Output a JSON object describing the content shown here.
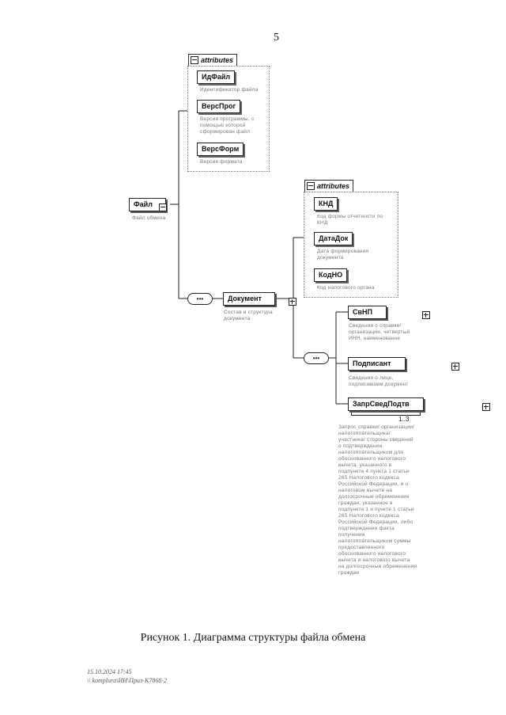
{
  "page_number": "5",
  "attributes_label": "attributes",
  "file_element": {
    "name": "Файл",
    "description": "Файл обмена",
    "attributes": [
      {
        "name": "ИдФайл",
        "description": "Идентификатор файла"
      },
      {
        "name": "ВерсПрог",
        "description": "Версия программы, с помощью которой сформирован файл"
      },
      {
        "name": "ВерсФорм",
        "description": "Версия формата"
      }
    ]
  },
  "document_element": {
    "name": "Документ",
    "description": "Состав и структура документа",
    "attributes": [
      {
        "name": "КНД",
        "description": "Код формы отчетности по КНД"
      },
      {
        "name": "ДатаДок",
        "description": "Дата формирования документа"
      },
      {
        "name": "КодНО",
        "description": "Код налогового органа"
      }
    ]
  },
  "children": [
    {
      "name": "СвНП",
      "description": "Сведения о справке/ организации, четвертый ИНН, наименование"
    },
    {
      "name": "Подписант",
      "description": "Сведения о лице, подписавшем документ"
    },
    {
      "name": "ЗапрСведПодтв",
      "multiplicity": "1..3",
      "description": "Запрос справки/ организации/ налогоплательщика/ участника/ стороны сведений о подтверждении налогоплательщиком для обоснованного налогового вычета, указанного в подпункте 4 пункта 1 статьи 265 Налогового кодекса Российской Федерации, и о налоговом вычете на долгосрочные обременения граждан, указанное в подпункте 1 и пункте 1 статьи 265 Налогового кодекса Российской Федерации, либо подтверждения факта получения налогоплательщиком суммы предоставленного обоснованного налогового вычета и налогового вычета на долгосрочные обременения граждан"
    }
  ],
  "caption": "Рисунок 1. Диаграмма структуры файла обмена",
  "footer": {
    "date": "15.10.2024 17:45",
    "path": "\\\\ komplura\\ИИ\\Прил-К7868-2"
  }
}
